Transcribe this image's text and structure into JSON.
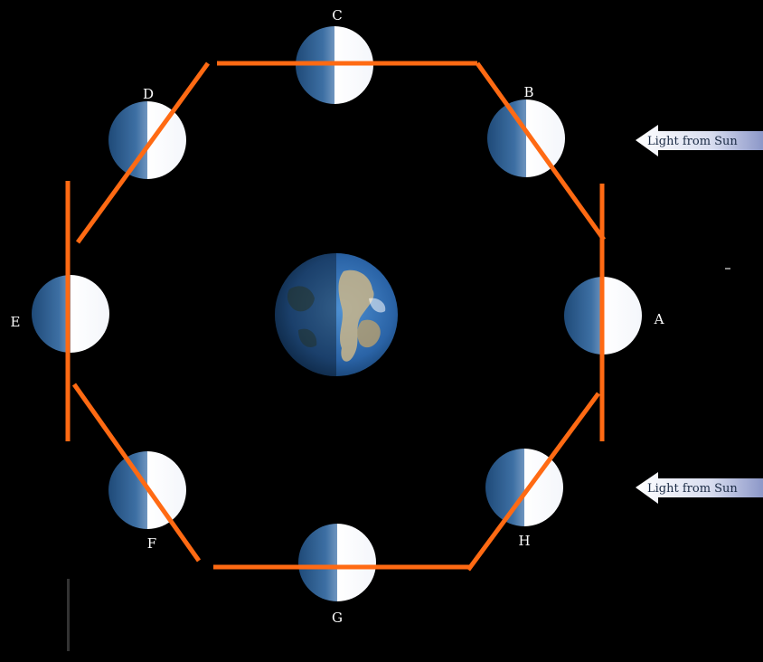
{
  "diagram": {
    "positions": [
      {
        "id": "A",
        "label": "A"
      },
      {
        "id": "B",
        "label": "B"
      },
      {
        "id": "C",
        "label": "C"
      },
      {
        "id": "D",
        "label": "D"
      },
      {
        "id": "E",
        "label": "E"
      },
      {
        "id": "F",
        "label": "F"
      },
      {
        "id": "G",
        "label": "G"
      },
      {
        "id": "H",
        "label": "H"
      }
    ],
    "sun_arrows": [
      {
        "label": "Light from Sun"
      },
      {
        "label": "Light from Sun"
      }
    ],
    "colors": {
      "background": "#000000",
      "octagon": "#ff6a13",
      "moon_lit": "#ffffff",
      "moon_dark": "#2c5a8c",
      "earth_ocean": "#2e6fb4",
      "arrow_fill": "#d9def0"
    }
  }
}
